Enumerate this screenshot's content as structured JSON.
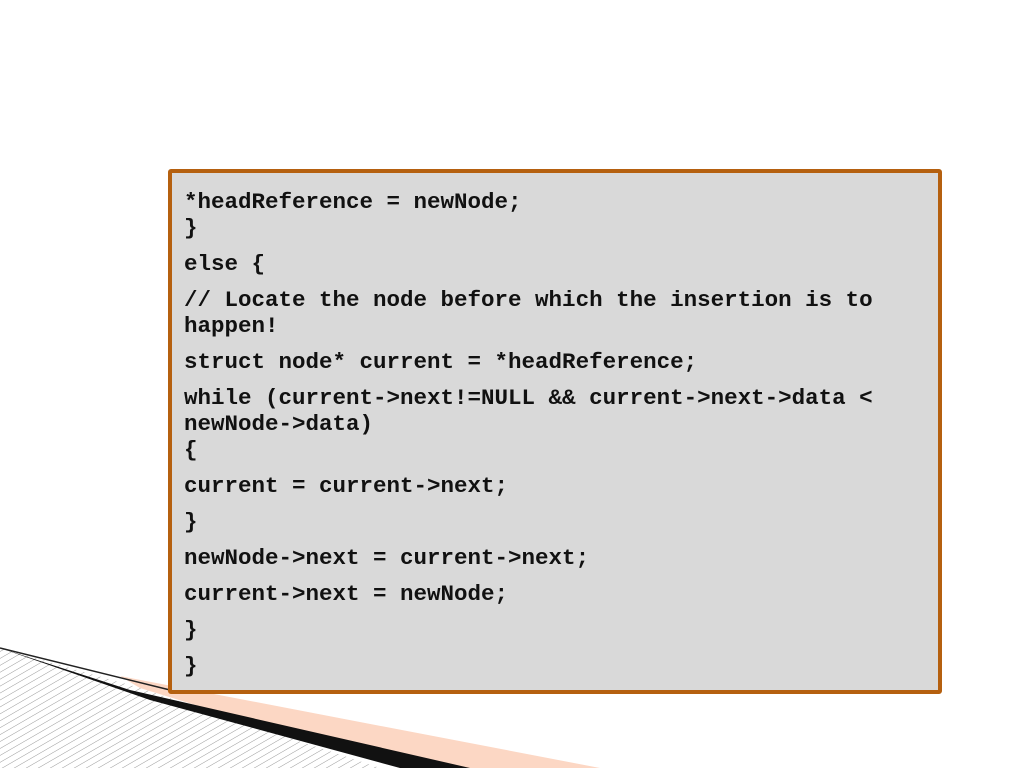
{
  "slide": {
    "code_lines": [
      "*headReference = newNode;",
      "}",
      "else {",
      "// Locate the node before which the insertion is to",
      "happen!",
      "struct node* current = *headReference;",
      "while (current->next!=NULL && current->next->data <",
      "newNode->data)",
      "{",
      "current = current->next;",
      "}",
      "newNode->next = current->next;",
      "current->next = newNode;",
      "}",
      "}"
    ],
    "colors": {
      "box_background": "#d9d9d9",
      "box_border": "#b5600f",
      "text": "#111111",
      "accent_peach": "#fcd7c4"
    }
  }
}
